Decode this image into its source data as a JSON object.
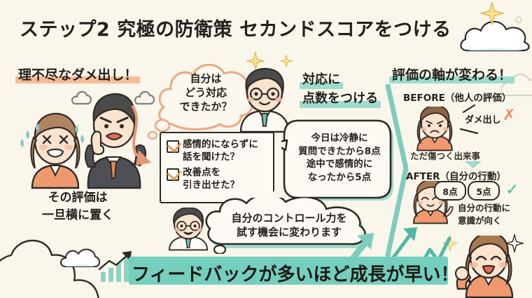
{
  "page": {
    "background_color": "#faf6ec",
    "accent_orange": "#f08a54",
    "accent_teal": "#3ebfa5",
    "highlight_orange": "#f7bb97",
    "highlight_teal": "#9ddbcd"
  },
  "title": "ステップ2 究極の防衛策 セカンドスコアをつける",
  "left_panel": {
    "heading": "理不尽なダメ出し！",
    "caption_line1": "その評価は",
    "caption_line2": "一旦横に置く",
    "character_woman": "distressed-woman-illustration",
    "character_man": "angry-boss-illustration"
  },
  "middle_panel": {
    "thought_bubble": {
      "line1": "自分は",
      "line2": "どう対応",
      "line3": "できたか？"
    },
    "character": "smiling-man-with-glasses-illustration",
    "checklist": {
      "items": [
        {
          "line1": "感情的にならずに",
          "line2": "話を聞けた？",
          "checked": true
        },
        {
          "line1": "改善点を",
          "line2": "引き出せた？",
          "checked": true
        }
      ]
    },
    "heading_line1": "対応に",
    "heading_line2": "点数をつける",
    "score_bubble": {
      "line1": "今日は冷静に",
      "line2": "質問できたから8点",
      "line3": "途中で感情的に",
      "line4": "なったから5点"
    },
    "control_bubble": {
      "line1": "自分のコントロール力を",
      "line2": "試す機会に変わります"
    }
  },
  "right_panel": {
    "heading": "評価の軸が変わる！",
    "before": {
      "label": "BEFORE（他人の評価）",
      "badge": "ダメ出し",
      "mark": "✗",
      "note": "ただ傷つく出来事",
      "character": "sad-woman-illustration"
    },
    "after": {
      "label": "AFTER（自分の行動）",
      "score_badges": [
        "8点",
        "5点"
      ],
      "mark": "✓",
      "note_line1": "自分の行動に",
      "note_line2": "意識が向く",
      "character": "happy-woman-illustration"
    }
  },
  "banner": {
    "text": "フィードバックが多いほど成長が早い！",
    "icon": "growth-chart-icon",
    "character": "cheering-woman-illustration"
  },
  "decorations": {
    "clouds": 4,
    "sparkles": 5
  }
}
